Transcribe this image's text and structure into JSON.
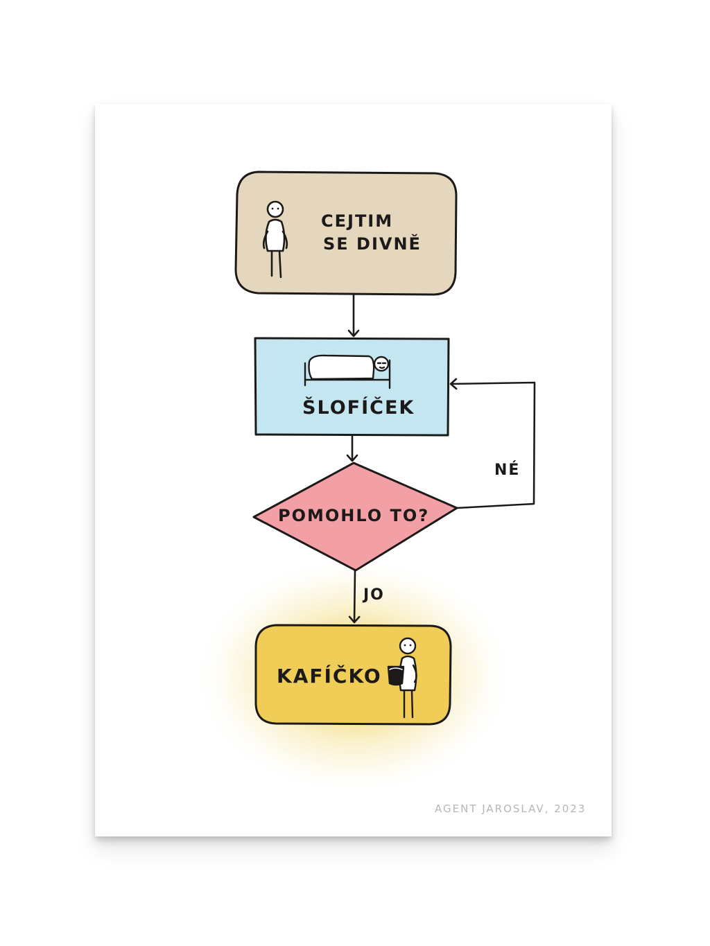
{
  "nodes": {
    "start": {
      "line1": "CEJTIM",
      "line2": "SE DIVNĚ",
      "fill": "#e5d7bd"
    },
    "nap": {
      "label": "ŠLOFÍČEK",
      "fill": "#c3e6f1"
    },
    "decision": {
      "label": "POMOHLO TO?",
      "fill": "#f2a0a6"
    },
    "end": {
      "label": "KAFÍČKO",
      "fill": "#efcd57"
    }
  },
  "edges": {
    "no_label": "NÉ",
    "yes_label": "JO"
  },
  "signature": "AGENT JAROSLAV, 2023",
  "colors": {
    "ink": "#1c1a18",
    "glow": "#f3dc7a"
  }
}
